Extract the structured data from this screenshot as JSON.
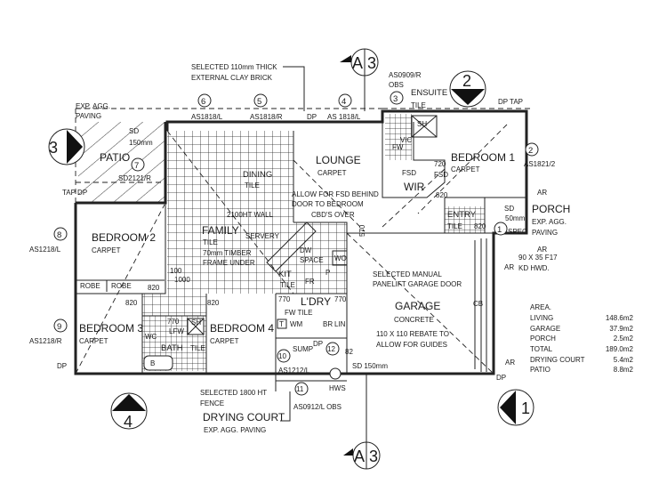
{
  "notes": {
    "brick_1": "SELECTED 110mm THICK",
    "brick_2": "EXTERNAL CLAY BRICK",
    "fsd_1": "ALLOW FOR FSD BEHIND",
    "fsd_2": "DOOR TO BEDROOM",
    "wall": "2100HT WALL",
    "cbds": "CBD'S OVER",
    "garage_door_1": "SELECTED MANUAL",
    "garage_door_2": "PANELIFT GARAGE DOOR",
    "rebate_1": "110 X 110 REBATE TO",
    "rebate_2": "ALLOW FOR GUIDES",
    "fence_1": "SELECTED 1800 HT",
    "fence_2": "FENCE",
    "timber_1": "90 X 35 F17",
    "timber_2": "KD HWD.",
    "dim_570": "570",
    "dim_100": "100",
    "dim_1000": "1000"
  },
  "windows": [
    {
      "num": "6",
      "code": "AS1818/L"
    },
    {
      "num": "5",
      "code": "AS1818/R"
    },
    {
      "num": "4",
      "code": "AS 1818/L"
    },
    {
      "num": "3",
      "code": "AS0909/R",
      "extra": "OBS"
    },
    {
      "num": "2",
      "code": "AS1821/2"
    },
    {
      "num": "1",
      "code": "SPEC"
    },
    {
      "num": "7",
      "code": "SD2121/R"
    },
    {
      "num": "8",
      "code": "AS1218/L"
    },
    {
      "num": "9",
      "code": "AS1218/R"
    },
    {
      "num": "10",
      "code": "AS1212/L"
    },
    {
      "num": "11",
      "code": "AS0912/L OBS"
    },
    {
      "num": "12",
      "code": "82"
    }
  ],
  "rooms": {
    "patio": {
      "name": "PATIO",
      "sd": "SD",
      "sd_size": "150mm",
      "paving_1": "EXP. AGG.",
      "paving_2": "PAVING",
      "tap_dp": "TAP DP"
    },
    "dining": {
      "name": "DINING",
      "finish": "TILE"
    },
    "lounge": {
      "name": "LOUNGE",
      "finish": "CARPET"
    },
    "family": {
      "name": "FAMILY",
      "finish": "TILE",
      "note_1": "70mm TIMBER",
      "note_2": "FRAME UNDER",
      "servery": "SERVERY"
    },
    "kitchen": {
      "name": "KIT",
      "finish": "TILE",
      "dw": "DW",
      "space": "SPACE",
      "wo": "WO",
      "fr": "FR",
      "p": "P"
    },
    "bedroom1": {
      "name": "BEDROOM 1",
      "finish": "CARPET",
      "door_720": "720",
      "fsd": "FSD",
      "door_820": "820"
    },
    "ensuite": {
      "name": "ENSUITE",
      "finish": "TILE",
      "sh": "SH",
      "vic": "VIC",
      "fw": "FW"
    },
    "wir": {
      "name": "WIR",
      "fsd": "FSD"
    },
    "entry": {
      "name": "ENTRY",
      "finish": "TILE",
      "door": "820",
      "sd": "SD",
      "sd_size": "50mm"
    },
    "porch": {
      "name": "PORCH",
      "finish_1": "EXP. AGG.",
      "finish_2": "PAVING",
      "ar": "AR"
    },
    "bedroom2": {
      "name": "BEDROOM 2",
      "finish": "CARPET",
      "robe": "ROBE",
      "door": "820"
    },
    "bedroom3": {
      "name": "BEDROOM 3",
      "finish": "CARPET",
      "door": "820"
    },
    "bedroom4": {
      "name": "BEDROOM 4",
      "finish": "CARPET",
      "door": "820"
    },
    "bath": {
      "name": "BATH",
      "finish": "TILE",
      "wc": "WC",
      "door": "770",
      "lfw": "LFW",
      "sh": "SH",
      "b": "B"
    },
    "laundry": {
      "name": "L'DRY",
      "finish": "FW TILE",
      "door": "770",
      "t": "T",
      "wm": "WM",
      "br": "BR",
      "lin": "LIN"
    },
    "drying": {
      "name": "DRYING COURT",
      "finish": "EXP. AGG. PAVING",
      "sump": "SUMP",
      "hws": "HWS",
      "sd": "SD 150mm"
    },
    "garage": {
      "name": "GARAGE",
      "finish": "CONCRETE",
      "cb": "CB"
    }
  },
  "markers": {
    "dp": "DP",
    "tap": "DP TAP",
    "ar": "AR"
  },
  "sections": {
    "a": "A",
    "a_sheet": "3",
    "elev_1": "1",
    "elev_2": "2",
    "elev_3": "3",
    "elev_4": "4"
  },
  "area_table": {
    "title": "AREA.",
    "rows": [
      {
        "label": "LIVING",
        "value": "148.6m2"
      },
      {
        "label": "GARAGE",
        "value": "37.9m2"
      },
      {
        "label": "PORCH",
        "value": "2.5m2"
      },
      {
        "label": "TOTAL",
        "value": "189.0m2"
      },
      {
        "label": "DRYING COURT",
        "value": "5.4m2"
      },
      {
        "label": "PATIO",
        "value": "8.8m2"
      }
    ]
  }
}
